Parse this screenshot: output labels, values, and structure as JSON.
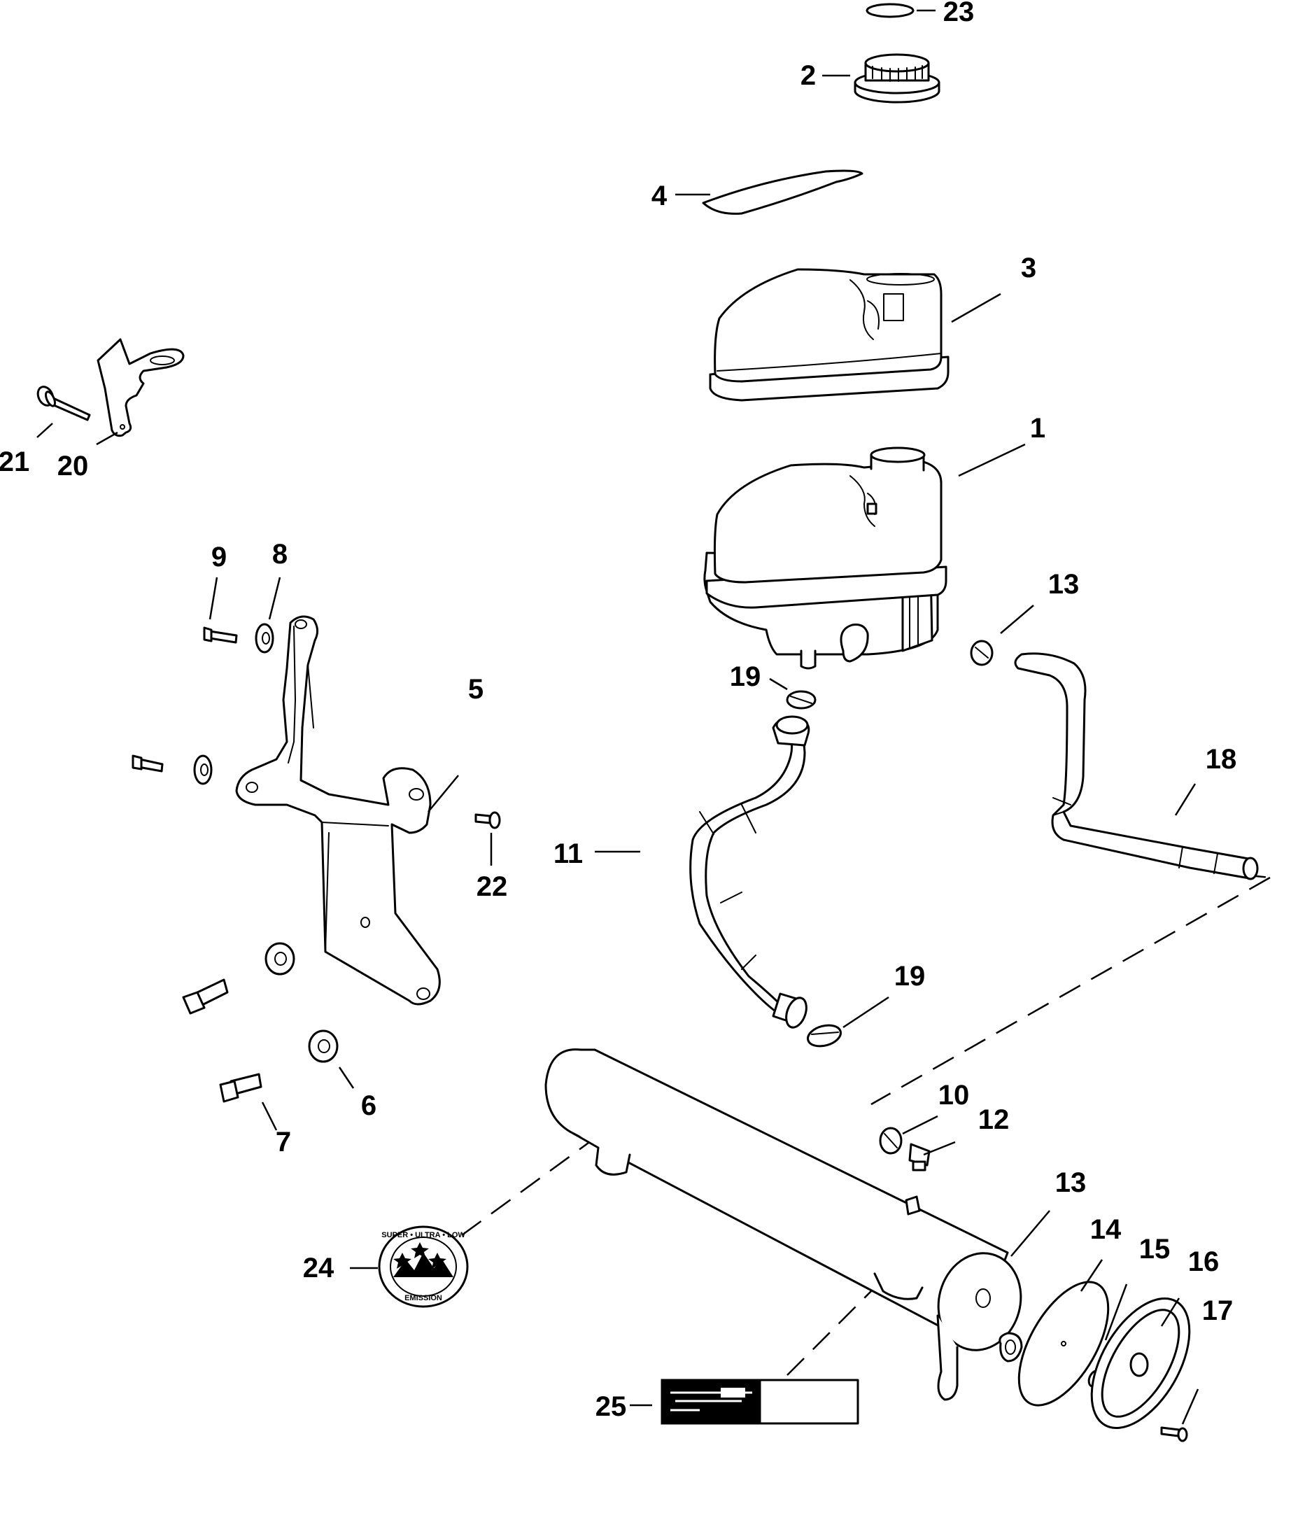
{
  "callouts": [
    {
      "label": "23",
      "part": "o-ring"
    },
    {
      "label": "2",
      "part": "cap"
    },
    {
      "label": "4",
      "part": "decal"
    },
    {
      "label": "3",
      "part": "cover"
    },
    {
      "label": "1",
      "part": "coolant-reservoir"
    },
    {
      "label": "21",
      "part": "bolt"
    },
    {
      "label": "20",
      "part": "bracket"
    },
    {
      "label": "9",
      "part": "screw"
    },
    {
      "label": "8",
      "part": "washer"
    },
    {
      "label": "5",
      "part": "mounting-bracket"
    },
    {
      "label": "13",
      "part": "hose-clamp-upper"
    },
    {
      "label": "19",
      "part": "hose-clamp-upper"
    },
    {
      "label": "18",
      "part": "hose-right"
    },
    {
      "label": "11",
      "part": "hose-left"
    },
    {
      "label": "22",
      "part": "screw"
    },
    {
      "label": "19",
      "part": "hose-clamp-lower"
    },
    {
      "label": "10",
      "part": "clamp"
    },
    {
      "label": "12",
      "part": "fitting"
    },
    {
      "label": "6",
      "part": "washer"
    },
    {
      "label": "7",
      "part": "bolt"
    },
    {
      "label": "13",
      "part": "heat-exchanger"
    },
    {
      "label": "14",
      "part": "gasket"
    },
    {
      "label": "15",
      "part": "o-ring"
    },
    {
      "label": "16",
      "part": "end-cap"
    },
    {
      "label": "17",
      "part": "screw"
    },
    {
      "label": "24",
      "part": "emission-decal"
    },
    {
      "label": "25",
      "part": "label-decal"
    }
  ],
  "emission_badge": {
    "top_text": "SUPER • ULTRA • LOW",
    "bottom_text": "EMISSION"
  }
}
